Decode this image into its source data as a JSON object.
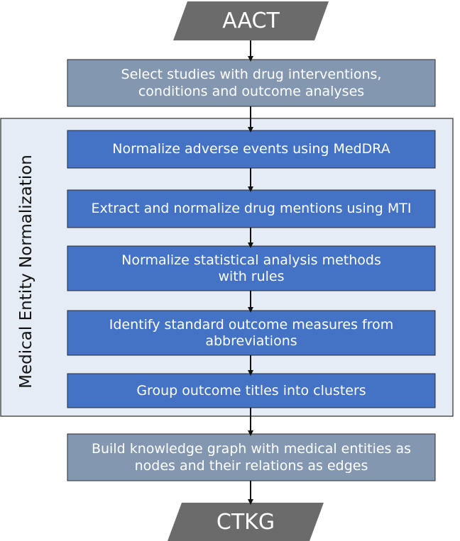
{
  "source": {
    "label": "AACT",
    "fill": "#6b6b6b"
  },
  "target": {
    "label": "CTKG",
    "fill": "#6b6b6b"
  },
  "group": {
    "label": "Medical Entity Normalization",
    "fill": "#e6ecf5",
    "border": "#2b2b2b"
  },
  "steps": {
    "select": {
      "lines": [
        "Select studies with drug interventions,",
        "conditions and outcome analyses"
      ],
      "fill": "#8497b0"
    },
    "normalize_ae": {
      "lines": [
        "Normalize adverse events using MedDRA"
      ],
      "fill": "#4472c4"
    },
    "drug": {
      "lines": [
        "Extract and normalize drug mentions using MTI"
      ],
      "fill": "#4472c4"
    },
    "stats": {
      "lines": [
        "Normalize statistical analysis methods",
        "with rules"
      ],
      "fill": "#4472c4"
    },
    "outcome": {
      "lines": [
        "Identify standard outcome measures from",
        "abbreviations"
      ],
      "fill": "#4472c4"
    },
    "group_titles": {
      "lines": [
        "Group outcome titles into clusters"
      ],
      "fill": "#4472c4"
    },
    "build": {
      "lines": [
        "Build knowledge graph with medical entities as",
        "nodes and their relations as edges"
      ],
      "fill": "#8497b0"
    }
  }
}
